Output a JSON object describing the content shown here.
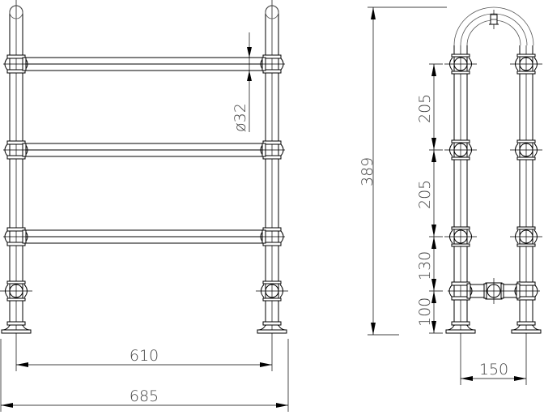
{
  "drawing": {
    "subject": "towel rail technical drawing",
    "front_view": {
      "rail_diameter_label": "ø32",
      "center_width_label": "610",
      "overall_width_label": "685"
    },
    "side_view": {
      "overall_height_label": "389",
      "spacing_labels": [
        "205",
        "205",
        "130",
        "100"
      ],
      "depth_label": "150"
    },
    "colors": {
      "line": "#000000",
      "text": "#444444",
      "background": "#ffffff"
    }
  }
}
